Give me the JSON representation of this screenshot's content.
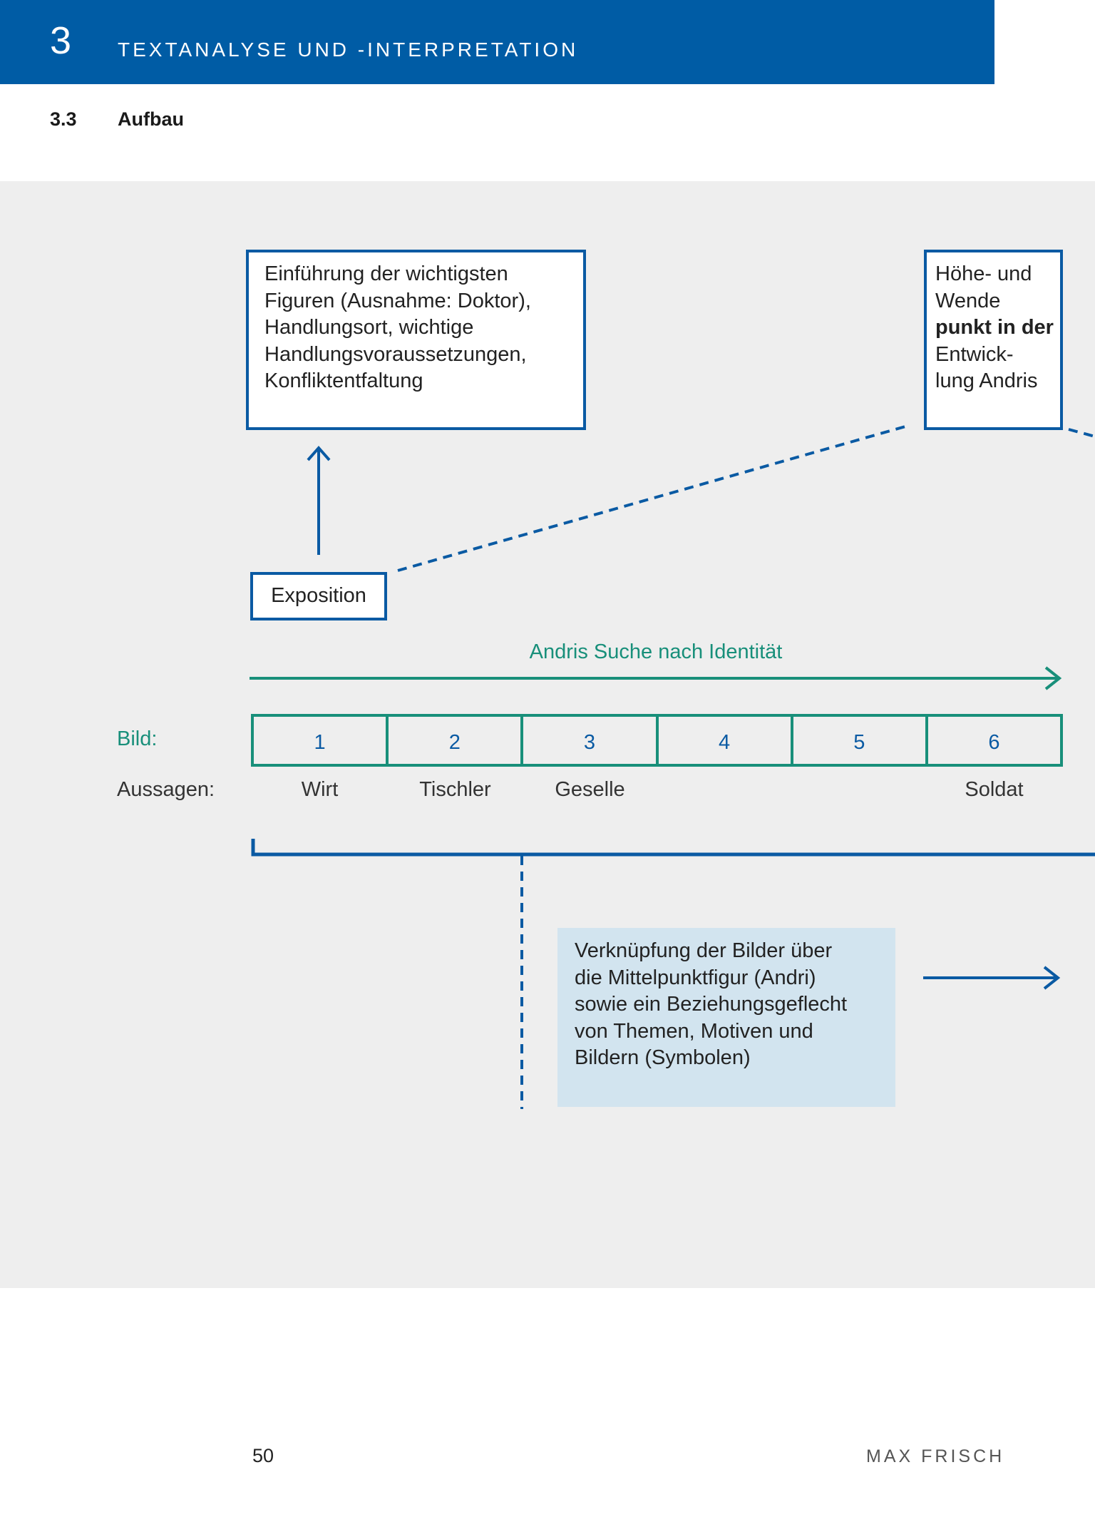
{
  "header": {
    "chapter_number": "3",
    "chapter_title": "TEXTANALYSE UND -INTERPRETATION",
    "section_number": "3.3",
    "section_title": "Aufbau"
  },
  "diagram": {
    "exposition_description": [
      "Einführung der wichtigsten",
      "Figuren (Ausnahme: Doktor),",
      "Handlungsort, wichtige",
      "Handlungsvoraussetzungen,",
      "Konfliktentfaltung"
    ],
    "hoehepunkt_description": [
      "Höhe- und",
      "Wende",
      "punkt in der",
      "Entwick-",
      "lung Andris"
    ],
    "exposition_label": "Exposition",
    "theme_label": "Andris Suche nach Identität",
    "bild_label": "Bild:",
    "aussagen_label": "Aussagen:",
    "bilder": [
      "1",
      "2",
      "3",
      "4",
      "5",
      "6"
    ],
    "aussagen": [
      "Wirt",
      "Tischler",
      "Geselle",
      "",
      "",
      "Soldat"
    ],
    "link_description": [
      "Verknüpfung der Bilder über",
      "die Mittelpunktfigur (Andri)",
      "sowie ein Beziehungsgeflecht",
      "von Themen, Motiven und",
      "Bildern (Symbolen)"
    ]
  },
  "footer": {
    "page_number": "50",
    "running_title": "MAX FRISCH"
  },
  "colors": {
    "brand_blue": "#005ca5",
    "line_blue": "#0a5aa3",
    "green": "#188f7a",
    "panel_gray": "#eeeeee",
    "light_blue": "#d2e4ef"
  }
}
